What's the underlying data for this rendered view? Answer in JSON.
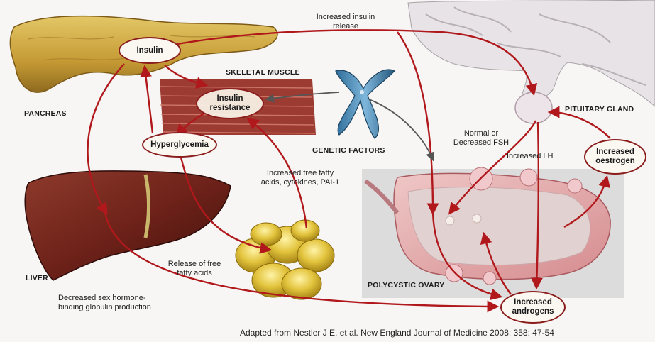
{
  "anatomy_labels": {
    "pancreas": "PANCREAS",
    "skeletal_muscle": "SKELETAL MUSCLE",
    "genetic_factors": "GENETIC FACTORS",
    "pituitary_gland": "PITUITARY GLAND",
    "liver": "LIVER",
    "polycystic_ovary": "POLYCYSTIC OVARY"
  },
  "nodes": {
    "insulin": "Insulin",
    "insulin_resistance": "Insulin resistance",
    "hyperglycemia": "Hyperglycemia",
    "increased_oestrogen": "Increased oestrogen",
    "increased_androgens": "Increased androgens"
  },
  "arrow_labels": {
    "increased_insulin_release": "Increased insulin release",
    "normal_or_decreased_fsh": "Normal or Decreased FSH",
    "increased_lh": "Increased LH",
    "increased_ffa_cytokines": "Increased free fatty acids, cytokines, PAI-1",
    "release_of_ffa": "Release of free fatty acids",
    "decreased_shbg": "Decreased sex hormone-binding globulin production"
  },
  "source": "Adapted from Nestler J E, et al. New England Journal of Medicine 2008; 358: 47-54",
  "colors": {
    "arrow_red": "#b0181c",
    "arrow_grey": "#555555",
    "node_border": "#8a1c1c"
  }
}
